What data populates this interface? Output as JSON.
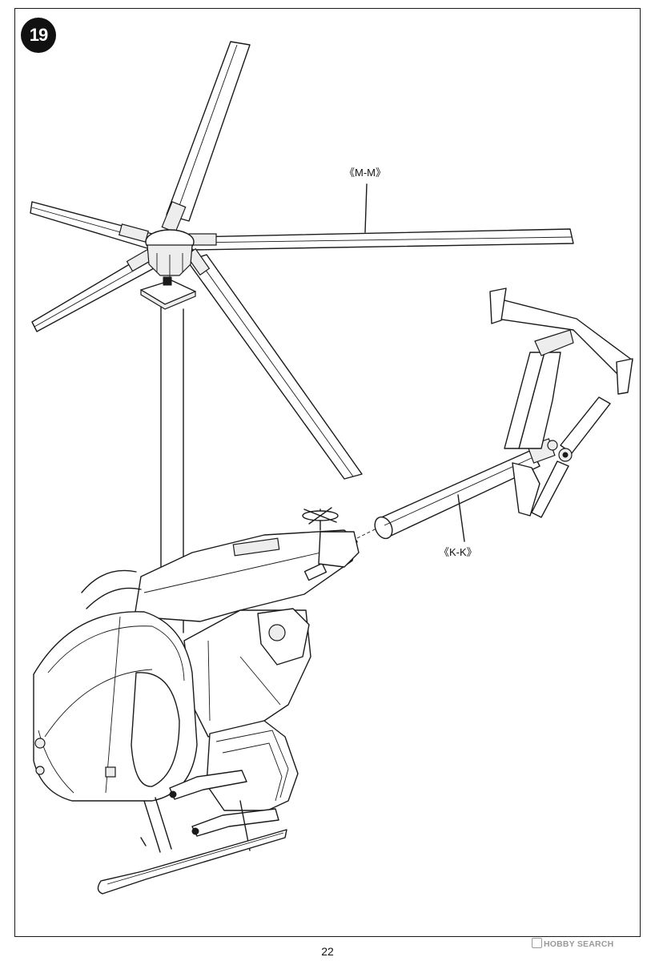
{
  "step": {
    "number": "19"
  },
  "callouts": {
    "main_rotor": "《M-M》",
    "tail_boom": "《K-K》"
  },
  "footer": {
    "page_number": "22",
    "watermark": "HOBBY SEARCH"
  },
  "colors": {
    "line": "#1a1a1a",
    "paper": "#ffffff",
    "watermark": "#9a9a9a"
  }
}
